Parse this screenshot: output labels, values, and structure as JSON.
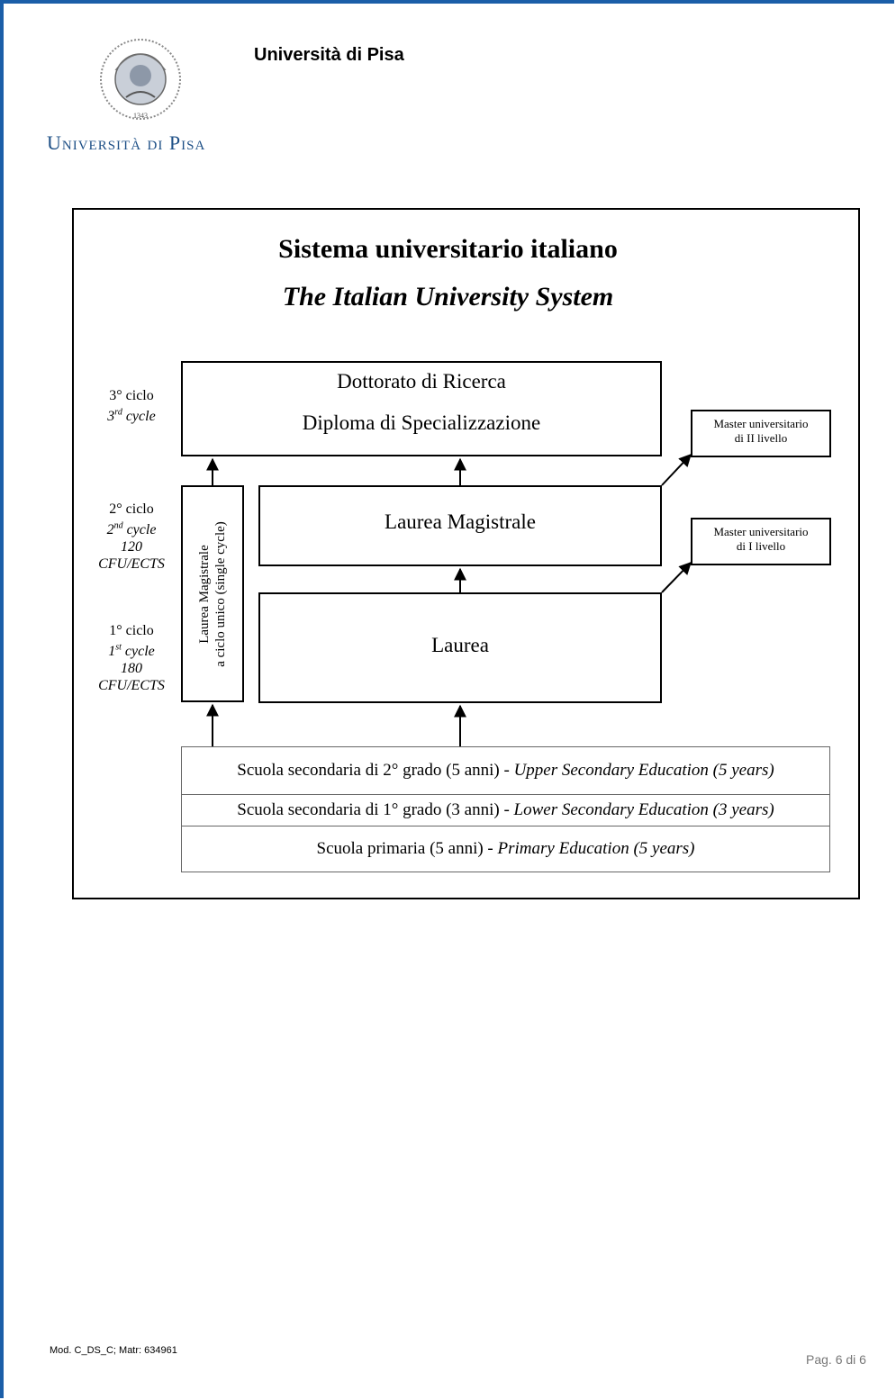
{
  "header": {
    "title": "Università di Pisa",
    "logo_wordmark": "Università di Pisa",
    "seal_text": "IN SUPREMAE DIGNITATIS · 1343"
  },
  "diagram": {
    "title_it": "Sistema universitario italiano",
    "title_en": "The Italian University System",
    "cycles": {
      "third": {
        "it": "3° ciclo",
        "en": "3rd cycle"
      },
      "second": {
        "it": "2° ciclo",
        "en": "2nd cycle",
        "credits": "120",
        "unit": "CFU/ECTS"
      },
      "first": {
        "it": "1° ciclo",
        "en": "1st cycle",
        "credits": "180",
        "unit": "CFU/ECTS"
      }
    },
    "boxes": {
      "doctorate_line1": "Dottorato di Ricerca",
      "doctorate_line2": "Diploma di Specializzazione",
      "laurea_magistrale": "Laurea Magistrale",
      "laurea": "Laurea",
      "single_cycle_line1": "Laurea Magistrale",
      "single_cycle_line2": "a ciclo unico (single cycle)",
      "master_ii_line1": "Master universitario",
      "master_ii_line2": "di II livello",
      "master_i_line1": "Master universitario",
      "master_i_line2": "di I livello"
    },
    "schools": {
      "upper_it": "Scuola secondaria di 2° grado (5 anni) - ",
      "upper_en": "Upper Secondary Education (5 years)",
      "lower_it": "Scuola secondaria di 1° grado (3 anni) - ",
      "lower_en": "Lower Secondary Education (3 years)",
      "primary_it": "Scuola primaria (5 anni) - ",
      "primary_en": "Primary Education (5 years)"
    }
  },
  "footer": {
    "module": "Mod. C_DS_C; Matr: 634961",
    "page": "Pag. 6  di 6"
  }
}
